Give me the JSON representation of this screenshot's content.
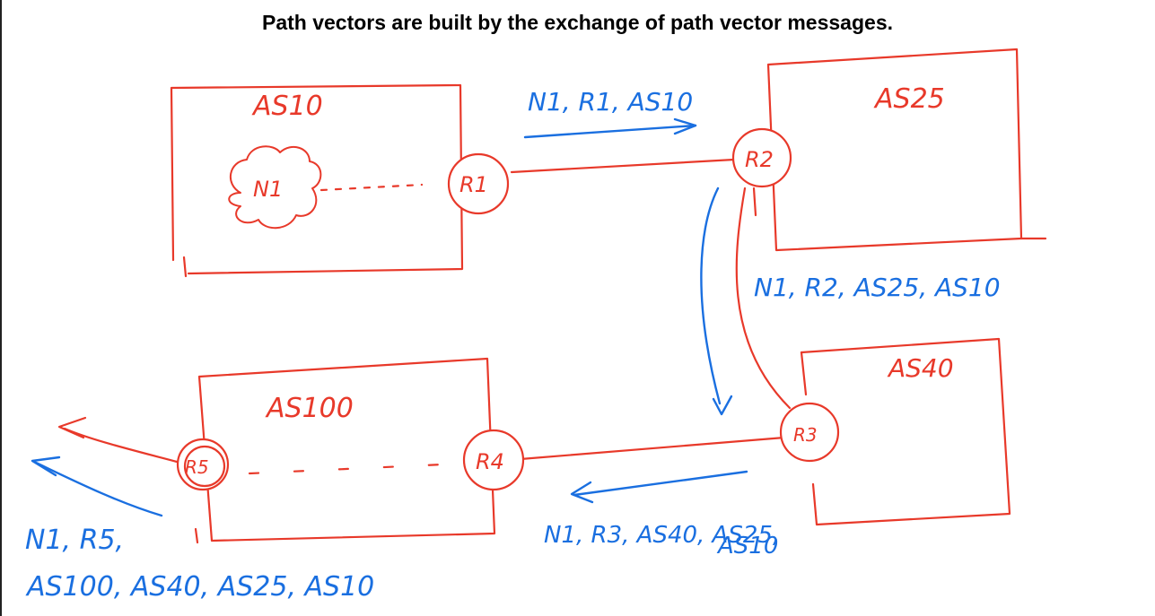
{
  "title": "Path vectors are built by the exchange of path vector messages.",
  "colors": {
    "router_box": "#e8392a",
    "message": "#1a6fe0",
    "text": "#000000"
  },
  "autonomous_systems": {
    "as10": "AS10",
    "as25": "AS25",
    "as40": "AS40",
    "as100": "AS100"
  },
  "network": "N1",
  "routers": {
    "r1": "R1",
    "r2": "R2",
    "r3": "R3",
    "r4": "R4",
    "r5": "R5"
  },
  "messages": {
    "m1": "N1, R1, AS10",
    "m2": "N1, R2, AS25, AS10",
    "m3_line1": "N1, R3, AS40, AS25,",
    "m3_line2": "AS10",
    "m4_line1": "N1, R5,",
    "m4_line2": "AS100, AS40, AS25, AS10"
  }
}
